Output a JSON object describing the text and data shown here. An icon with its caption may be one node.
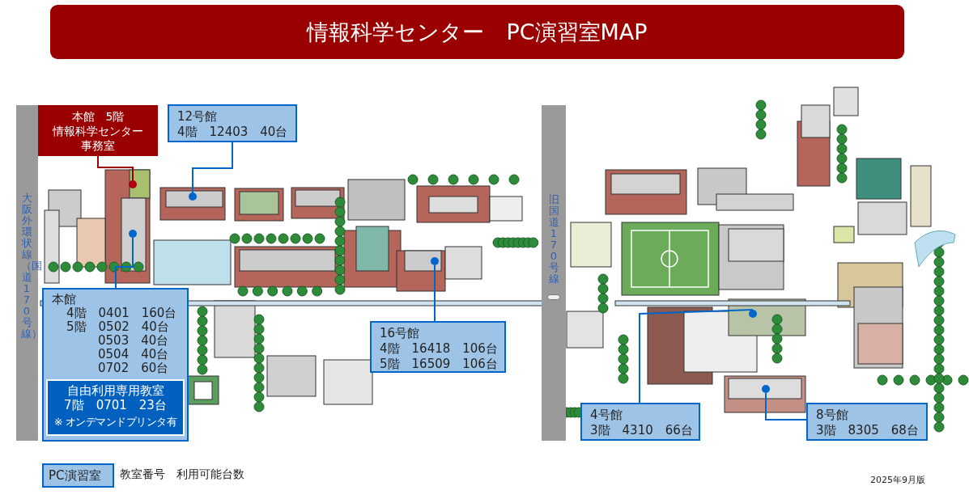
{
  "diagram": {
    "title": "情報科学センター　PC演習室MAP",
    "nodes": [
      {
        "text": [
          "本館　5階",
          "情報科学センター事務室"
        ]
      },
      {
        "text": [],
        "shape": "circle"
      },
      {
        "text": [
          "12号館",
          "4階　12403　40台"
        ]
      },
      {
        "text": [],
        "shape": "circle"
      },
      {
        "text": [
          "本館",
          "4階　0401　160台",
          "5階　0502　40台",
          "0503　40台",
          "0504　40台",
          "0702　60台"
        ]
      },
      {
        "text": [
          "自由利用専用教室",
          "7階　0701　23台",
          "※ オンデマンドプリンタ有"
        ],
        "in": 4
      },
      {
        "text": [],
        "shape": "circle"
      },
      {
        "text": [
          "16号館",
          "4階　16418　106台",
          "5階　16509　106台"
        ]
      },
      {
        "text": [],
        "shape": "circle"
      },
      {
        "text": [
          "4号館",
          "3階　4310　66台"
        ]
      },
      {
        "text": [],
        "shape": "circle"
      },
      {
        "text": [
          "8号館",
          "3階　8305　68台"
        ]
      },
      {
        "text": [],
        "shape": "circle"
      },
      {
        "text": [
          "大阪外環状線（国道170号線）"
        ]
      },
      {
        "text": [
          "旧国道170号線"
        ]
      },
      {
        "text": [
          "PC演習室"
        ]
      }
    ],
    "edges": [
      {
        "from": 0,
        "to": 1,
        "arrow": "none",
        "color": "#9b0000"
      },
      {
        "from": 2,
        "to": 3,
        "arrow": "none"
      },
      {
        "from": 4,
        "to": 6,
        "arrow": "none"
      },
      {
        "from": 7,
        "to": 8,
        "arrow": "none"
      },
      {
        "from": 9,
        "to": 10,
        "arrow": "none"
      },
      {
        "from": 11,
        "to": 12,
        "arrow": "none"
      }
    ],
    "labels": [
      "教室番号　利用可能台数",
      "2025年9月版"
    ]
  }
}
